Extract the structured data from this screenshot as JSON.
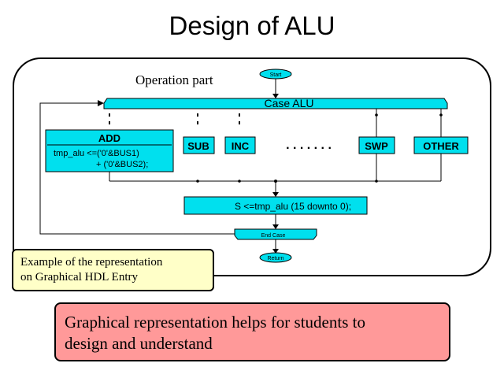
{
  "title": "Design of ALU",
  "operation_label": "Operation part",
  "flow": {
    "start": "Start",
    "case": "Case ALU",
    "add_label": "ADD",
    "add_line1": "tmp_alu <=('0'&BUS1)",
    "add_line2": "+ ('0'&BUS2);",
    "sub": "SUB",
    "inc": "INC",
    "dots": ". . . . . . .",
    "swp": "SWP",
    "other": "OTHER",
    "assign": "S <=tmp_alu (15 downto 0);",
    "end_case": "End Case",
    "return": "Return"
  },
  "note": {
    "line1": "Example of the representation",
    "line2": "on Graphical HDL Entry"
  },
  "callout": {
    "line1": "Graphical representation helps for students to",
    "line2": "design and understand"
  },
  "colors": {
    "box_fill": "#00e0ee",
    "note_fill": "#ffffc8",
    "callout_fill": "#ff9999"
  }
}
